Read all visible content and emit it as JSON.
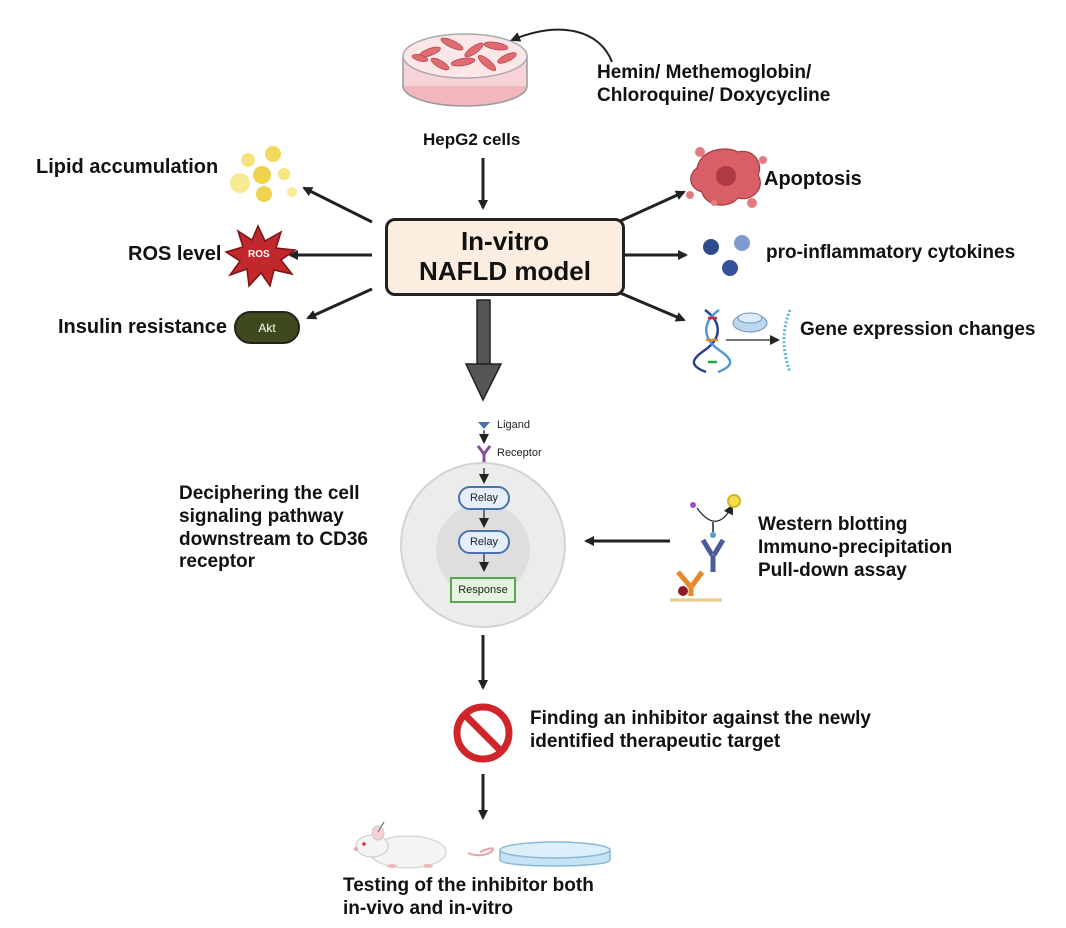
{
  "diagram": {
    "center_box": {
      "line1": "In-vitro",
      "line2": "NAFLD model"
    },
    "cells_label": "HepG2 cells",
    "treatment": {
      "line1": "Hemin/ Methemoglobin/",
      "line2": "Chloroquine/ Doxycycline"
    },
    "left_outcomes": {
      "lipid": "Lipid accumulation",
      "ros": "ROS level",
      "ros_badge": "ROS",
      "insulin": "Insulin resistance",
      "akt": "Akt"
    },
    "right_outcomes": {
      "apoptosis": "Apoptosis",
      "cytokines": "pro-inflammatory cytokines",
      "gene": "Gene expression changes"
    },
    "signaling": {
      "ligand": "Ligand",
      "receptor": "Receptor",
      "relay1": "Relay",
      "relay2": "Relay",
      "response": "Response",
      "description": {
        "line1": "Deciphering the cell",
        "line2": "signaling pathway",
        "line3": "downstream to CD36",
        "line4": "receptor"
      }
    },
    "methods": {
      "line1": "Western blotting",
      "line2": "Immuno-precipitation",
      "line3": "Pull-down assay"
    },
    "inhibitor": {
      "line1": "Finding an inhibitor against the newly",
      "line2": "identified therapeutic target"
    },
    "testing": {
      "line1": "Testing of the inhibitor both",
      "line2": "in-vivo and in-vitro"
    }
  },
  "colors": {
    "box_fill": "#fbeee0",
    "ros_red": "#c0282b",
    "akt_green": "#3e4a1d",
    "prohibit_red": "#d0262b",
    "cell_pink": "#e97b7b"
  }
}
